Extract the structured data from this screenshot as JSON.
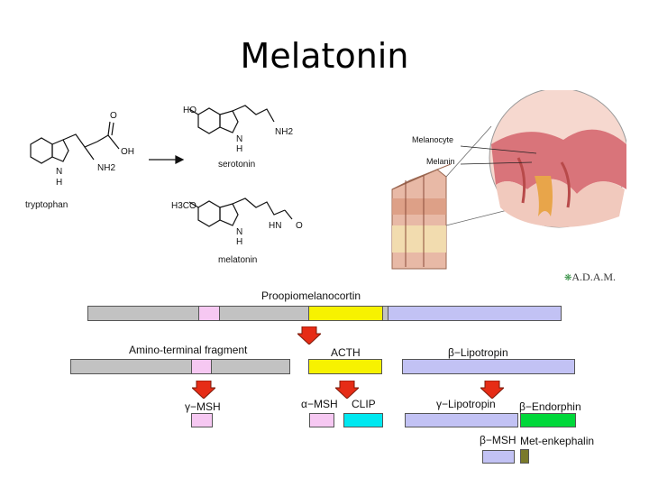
{
  "title": "Melatonin",
  "chemistry": {
    "tryptophan": {
      "label": "tryptophan",
      "ring_atoms": [
        "N",
        "H"
      ],
      "side_group": "NH2",
      "acid_o": "O",
      "acid_oh": "OH"
    },
    "serotonin": {
      "label": "serotonin",
      "ho": "HO",
      "ring_atoms": [
        "N",
        "H"
      ],
      "side_group": "NH2"
    },
    "melatonin": {
      "label": "melatonin",
      "methoxy": "H3CO",
      "ring_atoms": [
        "N",
        "H"
      ],
      "amide_hn": "HN",
      "amide_o": "O"
    }
  },
  "skin_labels": {
    "melanocyte": "Melanocyte",
    "melanin": "Melanin"
  },
  "logo": {
    "text": "A.D.A.M."
  },
  "pomc": {
    "precursor": "Proopiomelanocortin",
    "amino_terminal": "Amino-terminal fragment",
    "acth": "ACTH",
    "beta_lipotropin": "β−Lipotropin",
    "gamma_msh": "γ−MSH",
    "alpha_msh": "α−MSH",
    "clip": "CLIP",
    "gamma_lipotropin": "γ−Lipotropin",
    "beta_endorphin": "β−Endorphin",
    "beta_msh": "β−MSH",
    "met_enkephalin": "Met-enkephalin"
  },
  "colors": {
    "gray": "#c2c2c2",
    "pink": "#f6c8f2",
    "yellow": "#f7f200",
    "lavender": "#c2c2f4",
    "cyan": "#00e8f0",
    "green": "#00d83a",
    "olive": "#7a7a2a",
    "arrow": "#e62c16"
  }
}
